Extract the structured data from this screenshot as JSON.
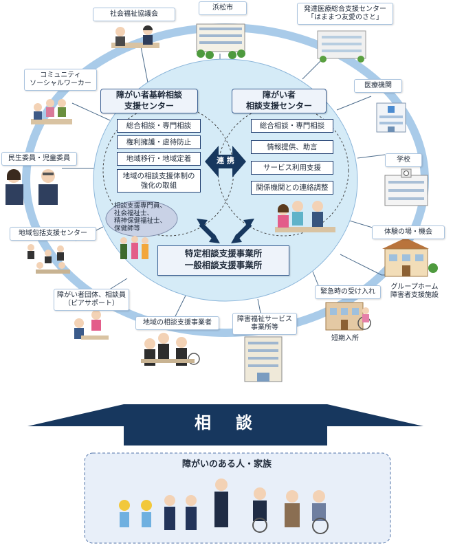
{
  "nodes": {
    "shakai": "社会福祉協議会",
    "hamamatsu": "浜松市",
    "hattatsu_1": "発達医療総合支援センター",
    "hattatsu_2": "「はままつ友愛のさと」",
    "iryo": "医療機関",
    "gakko": "学校",
    "taiken": "体験の場・機会",
    "group_1": "グループホーム",
    "group_2": "障害者支援施設",
    "kinkyu": "緊急時の受け入れ",
    "tanki": "短期入所",
    "shogai_service_1": "障害福祉サービス",
    "shogai_service_2": "事業所等",
    "chiiki_jigyosha": "地域の相談支援事業者",
    "dantai_1": "障がい者団体、相談員",
    "dantai_2": "（ピアサポート）",
    "houkatsu": "地域包括支援センター",
    "minsei": "民生委員・児童委員",
    "csw_1": "コミュニティ",
    "csw_2": "ソーシャルワーカー"
  },
  "kikan": {
    "title_1": "障がい者基幹相談",
    "title_2": "支援センター",
    "items": [
      "総合相談・専門相談",
      "権利擁護・虐待防止",
      "地域移行・地域定着"
    ],
    "item4_1": "地域の相談支援体制の",
    "item4_2": "強化の取組",
    "staff": [
      "相談支援専門員、",
      "社会福祉士、",
      "精神保健福祉士、",
      "保健師等"
    ]
  },
  "soudan": {
    "title_1": "障がい者",
    "title_2": "相談支援センター",
    "items": [
      "総合相談・専門相談",
      "情報提供、助言",
      "サービス利用支援",
      "関係機関との連絡調整"
    ]
  },
  "renkei": "連 携",
  "tokutei": {
    "line1": "特定相談支援事業所",
    "line2": "一般相談支援事業所"
  },
  "soudan_banner": "相　談",
  "family": "障がいのある人・家族",
  "colors": {
    "navy": "#17375e",
    "ring": "#a9cbe9",
    "ellipse": "#d5ebf7"
  }
}
